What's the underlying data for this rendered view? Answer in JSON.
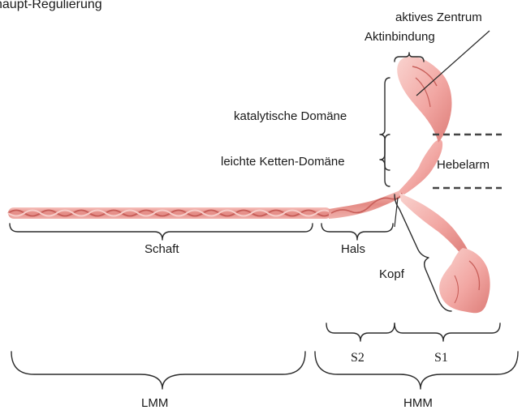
{
  "top_fragment": "haupt-Regulierung",
  "labels": {
    "active_center": "aktives Zentrum",
    "actin_binding": "Aktinbindung",
    "catalytic_domain": "katalytische Domäne",
    "light_chain_domain": "leichte Ketten-Domäne",
    "lever_arm": "Hebelarm",
    "shaft": "Schaft",
    "neck": "Hals",
    "head": "Kopf",
    "s2": "S2",
    "s1": "S1",
    "lmm": "LMM",
    "hmm": "HMM"
  },
  "colors": {
    "myosin_fill": "#f2a7a3",
    "myosin_dark": "#d9706c",
    "myosin_light": "#f9d3cf",
    "ink": "#1a1a1a"
  }
}
